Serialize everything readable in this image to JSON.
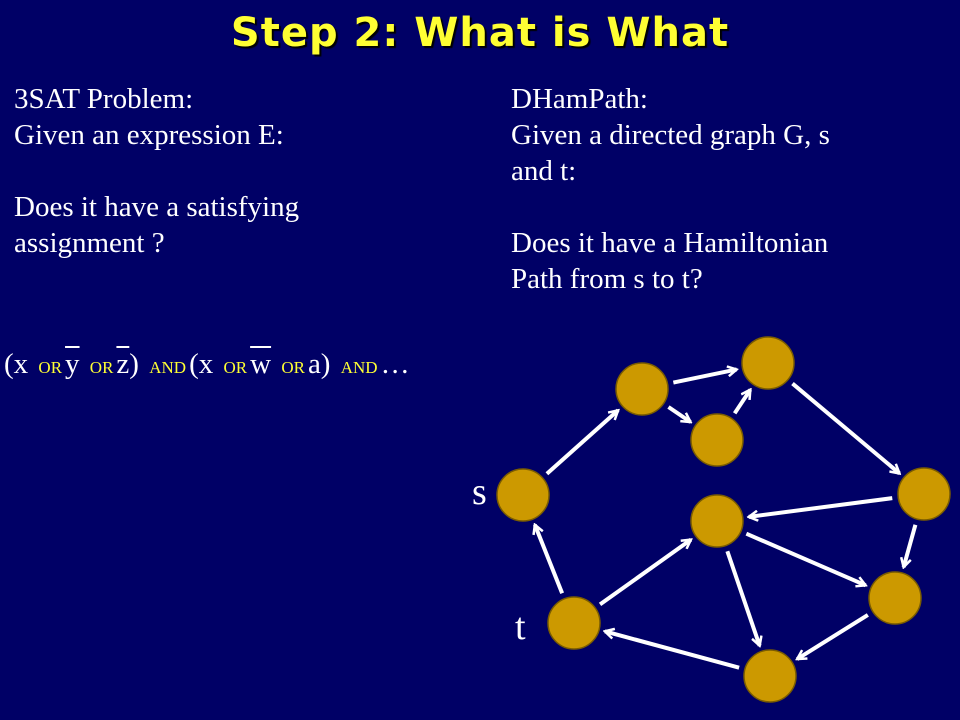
{
  "title": "Step 2: What is What",
  "left": {
    "heading": "3SAT Problem:",
    "line1": "Given an expression E:",
    "line2": "Does it have a satisfying",
    "line3": "assignment ?"
  },
  "right": {
    "heading": "DHamPath:",
    "line1": "Given a directed graph G, s",
    "line2": "and t:",
    "line3": "Does it have a Hamiltonian",
    "line4": "Path from s to t?"
  },
  "expression": {
    "open1": "(x",
    "or1": "OR",
    "y": "y",
    "or2": "OR",
    "z": "z",
    "close1": ")",
    "and1": "AND",
    "open2": "(x",
    "or3": "OR",
    "w": "w",
    "or4": "OR",
    "a": "a)",
    "and2": "AND",
    "ellipsis": "…"
  },
  "graph": {
    "labels": {
      "s": "s",
      "t": "t"
    },
    "node_color": "#cc9900",
    "edge_color": "#ffffff",
    "nodes": [
      "n1",
      "n2",
      "n3",
      "n4",
      "n5",
      "n6",
      "n7",
      "n8",
      "n9",
      "n10"
    ],
    "edges": [
      [
        "n1",
        "n2"
      ],
      [
        "n2",
        "n3"
      ],
      [
        "n2",
        "n4"
      ],
      [
        "n4",
        "n3"
      ],
      [
        "n3",
        "n5"
      ],
      [
        "n5",
        "n6"
      ],
      [
        "n5",
        "n8"
      ],
      [
        "n6",
        "n8"
      ],
      [
        "n6",
        "n9"
      ],
      [
        "n8",
        "n9"
      ],
      [
        "n9",
        "n7"
      ],
      [
        "n7",
        "n6"
      ],
      [
        "n7",
        "n1"
      ]
    ]
  },
  "colors": {
    "background": "#000066",
    "accent": "#ffff33"
  }
}
